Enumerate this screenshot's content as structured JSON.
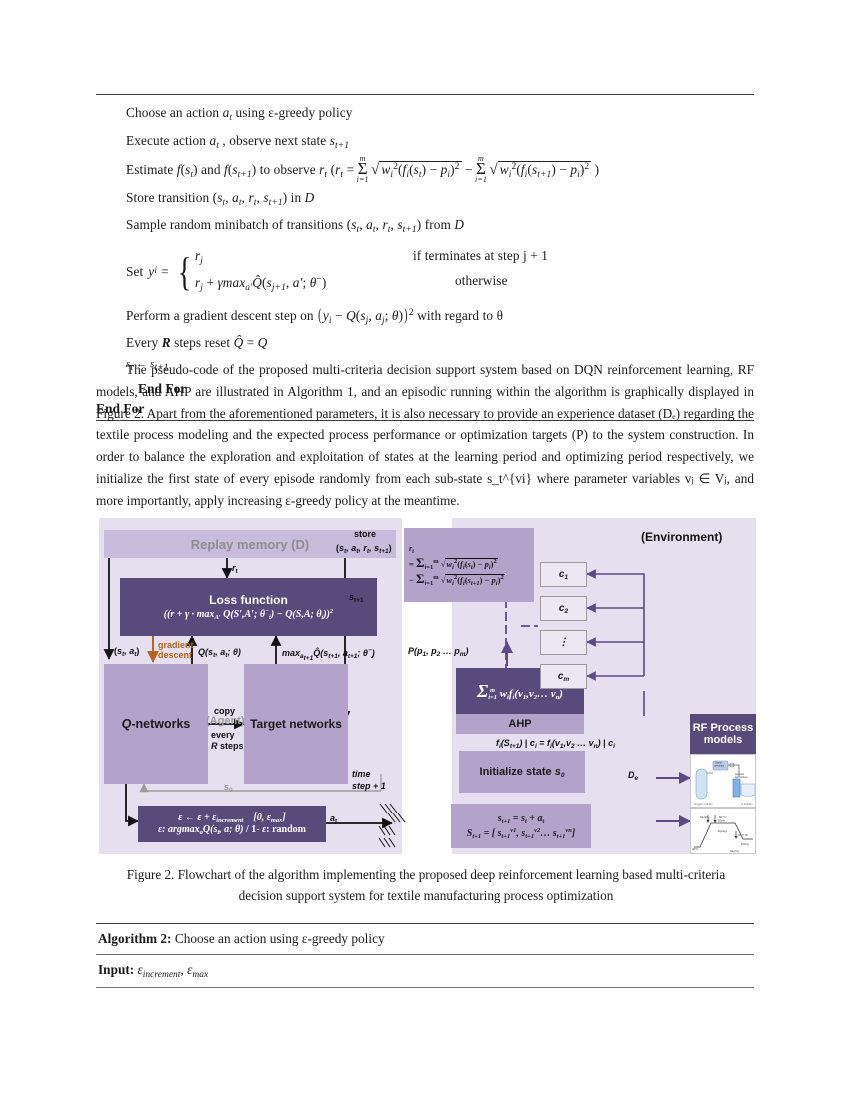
{
  "algorithm1": {
    "lines": [
      {
        "id": "l1",
        "text": "Choose an action a_t using ε-greedy policy"
      },
      {
        "id": "l2",
        "text": "Execute action a_t , observe next state s_t+1"
      },
      {
        "id": "l3",
        "text": "Estimate f(s_t) and f(s_t+1) to observe r_t"
      },
      {
        "id": "l4",
        "text": "Store transition (s_t, a_t, r_t, s_t+1) in D"
      },
      {
        "id": "l5",
        "text": "Sample random minibatch of transitions (s_t, a_t, r_t, s_t+1) from D"
      }
    ],
    "line1_pre": "Choose an action ",
    "line1_var": "a",
    "line1_sub": "t",
    "line1_post": " using ε-greedy policy",
    "line2_pre": "Execute action ",
    "line2_post": " , observe next state ",
    "line3_pre": "Estimate ",
    "line3_mid": " and ",
    "line3_post": " to observe ",
    "line4_pre": "Store transition ",
    "line4_post": " in ",
    "line5_pre": "Sample random minibatch of  transitions ",
    "line5_post": " from ",
    "set_label": "Set",
    "case_cond_1": "if  terminates at step j + 1",
    "case_cond_2": "otherwise",
    "perform_pre": "Perform a gradient descent step on",
    "perform_post": "with regard to θ",
    "every_r": "Every R steps reset",
    "assign_state": "s_t ← s_t+1",
    "end_for_inner": "End For",
    "end_for_outer": "End For"
  },
  "paragraph": {
    "text": "The pseudo-code of the proposed multi-criteria decision support system based on DQN reinforcement learning, RF models, and AHP are illustrated in Algorithm 1, and an episodic running within the algorithm is graphically displayed in Figure 2. Apart from the aforementioned parameters, it is also necessary to provide an experience dataset (Dₑ) regarding the textile process modeling and the expected process performance or optimization targets (P) to the system construction. In order to balance the exploration and exploitation of states at the learning period and optimizing period respectively, we initialize the first state of every episode randomly from each sub-state s_t^{vi} where parameter variables vⱼ ∈ Vⱼ, and more importantly, apply increasing ε-greedy policy at the meantime."
  },
  "figure": {
    "replay_memory": "Replay memory (D)",
    "loss_function_title": "Loss function",
    "loss_function_formula": "((r + γ · max_{A'} Q(S',A'; θ_i⁻) − Q(S,A; θ_i))²",
    "q_networks": "Q-networks",
    "target_networks": "Target networks",
    "agent_label": "(Agent)",
    "environment_label": "(Environment)",
    "ahp_label": "AHP",
    "ahp_formula": "Σ_{i=1}^{m} w_i f_i(v₁, v₂ … v_n)",
    "reward_formula_rt": "r_t",
    "reward_formula_line1": "= Σ_{i=1}^{m} √(w_i²(f_i(s_t) − p_i)²)",
    "reward_formula_line2": "− Σ_{i=1}^{m} √(w_i²(f_i(s_t+1) − p_i)²)",
    "initialize_state": "Initialize state s₀",
    "rf_process_models": "RF Process models",
    "state_update_line1": "s_{t+1} = s_t + a_t",
    "state_update_line2": "S_{t+1} = [ s_{t+1}^{v1}, s_{t+1}^{v2}… s_{t+1}^{vn} ]",
    "epsilon_line1_a": "ε ← ε + ε_increment",
    "epsilon_line1_b": "[0, ε_max]",
    "epsilon_line2": "ε: argmax_a Q(s_t, a; θ) / 1- ε: random",
    "arrow_labels": {
      "store": "store",
      "store_tuple": "(s_t, a_t, r_t, s_t+1)",
      "r_t": "r_t",
      "s_t1": "s_t+1",
      "s_a_pair": "(s_t, a_t)",
      "gradient_descent": "gradient descent",
      "q_value": "Q(s_t, a_t; θ)",
      "max_q": "max_{a_t+1} Q̂(s_t+1, a_t+1; θ⁻)",
      "copy": "copy",
      "every_r_steps": "every R steps",
      "s_0": "s₀",
      "time_step": "time step + 1",
      "a_t": "a_t",
      "D_e": "D_e",
      "P_vector": "P(p₁, p₂ … p_m)",
      "f_criteria": "f_i(S_t+1) | c_i = f_i(v₁, v₂ … v_n) | c_i"
    },
    "criteria": [
      "c₁",
      "c₂",
      "⋮",
      "c_m"
    ],
    "colors": {
      "panel_bg": "#e5dff0",
      "box_light": "#b3a3cb",
      "box_dark": "#594a7c",
      "arrow_orange": "#b5651d",
      "arrow_purple": "#5d4a82",
      "gray_label": "#8e8e8e",
      "olive_label": "#9a9a6a"
    }
  },
  "caption": {
    "line1": "Figure 2. Flowchart of the algorithm implementing the proposed deep reinforcement learning based multi-criteria",
    "line2": "decision support system for textile manufacturing process optimization"
  },
  "algorithm2": {
    "title_bold": "Algorithm 2:",
    "title_rest": "  Choose an action using ε-greedy policy",
    "input_bold": "Input:",
    "input_rest": " ε_increment, ε_max"
  }
}
